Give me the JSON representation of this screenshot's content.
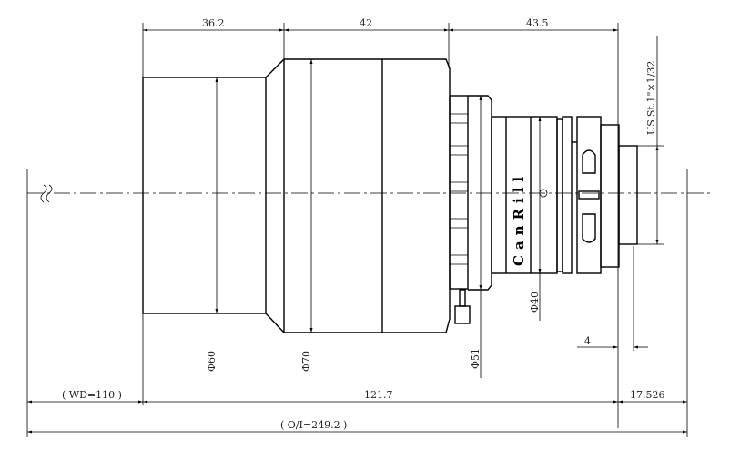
{
  "drawing": {
    "brand_text": "CanRill",
    "dimensions": {
      "len_front": "36.2",
      "len_mid": "42",
      "len_rear": "43.5",
      "dia_60": "Φ60",
      "dia_70": "Φ70",
      "dia_51": "Φ51",
      "dia_40": "Φ40",
      "thread": "US.St.1\"×1/32",
      "flange_4": "4",
      "wd": "( WD=110 )",
      "total_len": "121.7",
      "back_focus": "17.526",
      "oi": "( O/I=249.2 )"
    }
  }
}
